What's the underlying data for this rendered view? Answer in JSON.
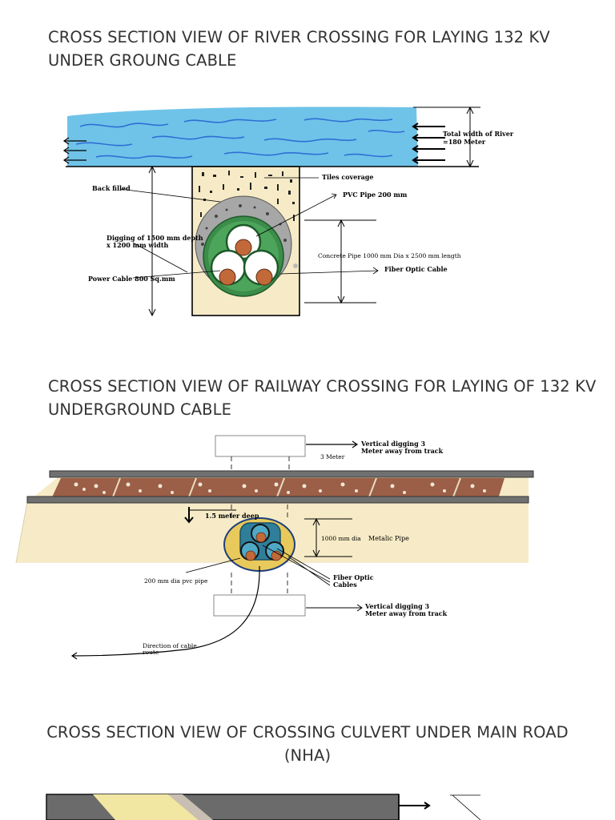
{
  "titles": {
    "river": "CROSS SECTION VIEW OF RIVER CROSSING FOR LAYING 132 KV UNDER GROUNG CABLE",
    "railway": "CROSS SECTION VIEW OF RAILWAY CROSSING FOR LAYING OF 132 KV UNDERGROUND CABLE",
    "culvert": "CROSS SECTION VIEW OF CROSSING CULVERT UNDER MAIN ROAD (NHA)"
  },
  "river_labels": {
    "total_width_1": "Total width of River",
    "total_width_2": "=180 Meter",
    "tiles": "Tiles coverage",
    "pvc": "PVC Pipe 200 mm",
    "back_filled": "Back filled",
    "digging_1": "Digging of 1500 mm depth",
    "digging_2": "x   1200 mm width",
    "concrete": "Concrete Pipe 1000 mm Dia  x 2500 mm length",
    "fiber": "Fiber Optic Cable",
    "power": "Power Cable 800 Sq.mm"
  },
  "railway_labels": {
    "vertical_top_1": "Vertical digging 3",
    "vertical_top_2": "Meter away from track",
    "three_meter": "3 Meter",
    "deep": "1.5 meter deep",
    "dia": "1000 mm dia",
    "metalic": "Metalic   Pipe",
    "pvc": "200 mm dia pvc pipe",
    "fiber_1": "Fiber Optic",
    "fiber_2": "Cables",
    "vertical_bottom_1": "Vertical digging 3",
    "vertical_bottom_2": "Meter away from track",
    "direction_1": "Direction of cable",
    "direction_2": "route"
  },
  "colors": {
    "water": "#6fc3e8",
    "soil": "#f6ebc6",
    "tan": "#eee1b6",
    "pipe_grey": "#a7a7a7",
    "pipe_green": "#3c8c4a",
    "cable_copper": "#c2693a",
    "rail": "#707070",
    "ballast": "#9b5e46",
    "metal_pipe": "#2f7f9a"
  }
}
